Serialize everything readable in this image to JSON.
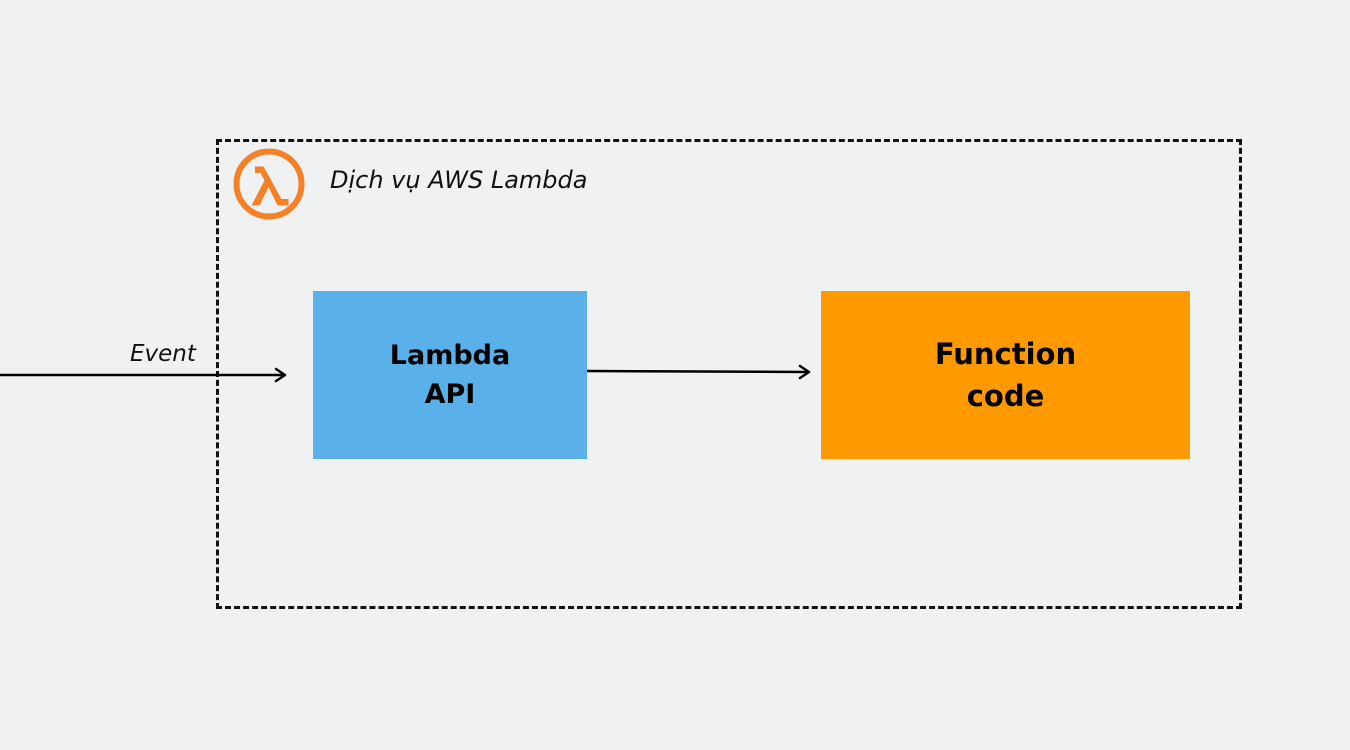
{
  "service": {
    "title": "Dịch vụ AWS Lambda",
    "logo_icon": "aws-lambda-logo-icon",
    "logo_color": "#f58025"
  },
  "event": {
    "label": "Event"
  },
  "nodes": {
    "lambda_api": {
      "label": "Lambda\nAPI",
      "color": "#5ab0e8"
    },
    "function_code": {
      "label": "Function\ncode",
      "color": "#ff9900"
    }
  },
  "edges": [
    {
      "from": "event",
      "to": "lambda_api"
    },
    {
      "from": "lambda_api",
      "to": "function_code"
    }
  ],
  "frame": {
    "style": "dashed"
  }
}
